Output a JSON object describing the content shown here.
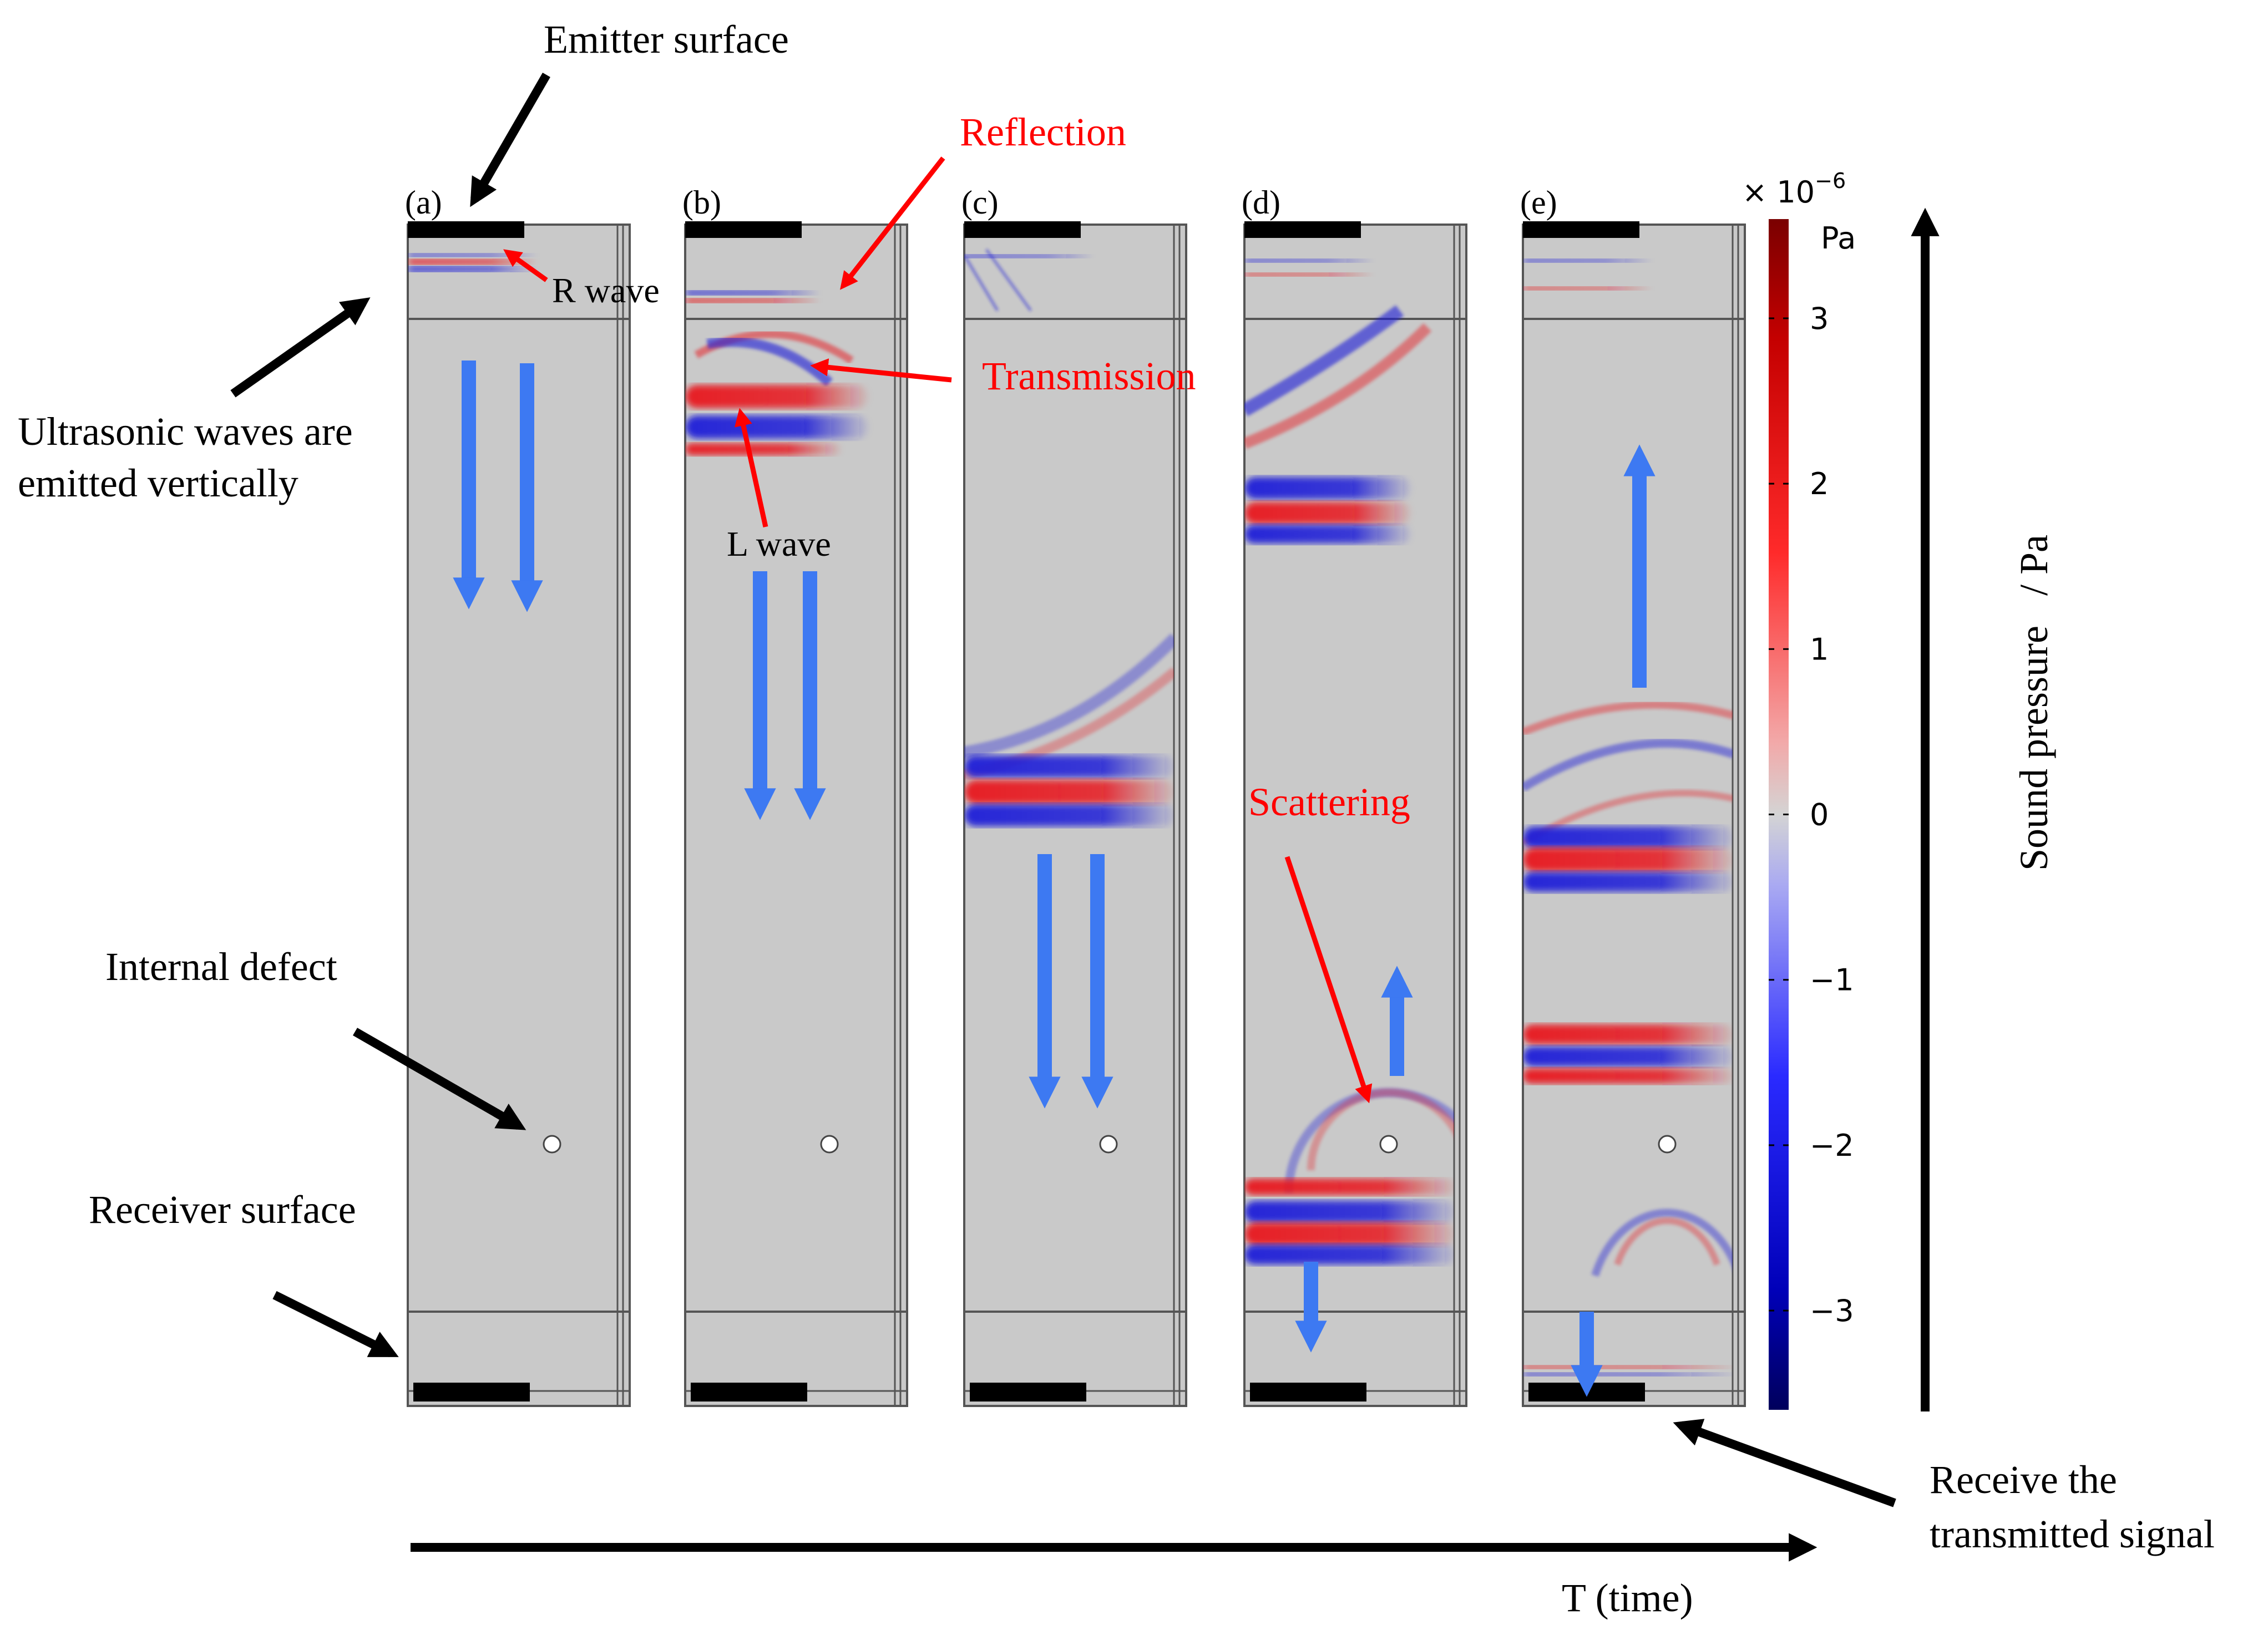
{
  "panels": [
    {
      "label": "(a)"
    },
    {
      "label": "(b)"
    },
    {
      "label": "(c)"
    },
    {
      "label": "(d)"
    },
    {
      "label": "(e)"
    }
  ],
  "annotations": {
    "emitter_surface": "Emitter surface",
    "ultrasonic_line1": "Ultrasonic waves are",
    "ultrasonic_line2": "emitted vertically",
    "internal_defect": "Internal defect",
    "receiver_surface": "Receiver surface",
    "r_wave": "R wave",
    "l_wave": "L wave",
    "reflection": "Reflection",
    "transmission": "Transmission",
    "scattering": "Scattering",
    "receive_line1": "Receive the",
    "receive_line2": "transmitted signal",
    "time_axis": "T (time)",
    "sound_pressure": "Sound pressure   / Pa"
  },
  "colorbar": {
    "multiplier": "× 10",
    "exponent": "−6",
    "unit": "Pa",
    "ticks": [
      "3",
      "2",
      "1",
      "0",
      "−1",
      "−2",
      "−3"
    ],
    "tick_values": [
      3,
      2,
      1,
      0,
      -1,
      -2,
      -3
    ],
    "min": -3.6,
    "max": 3.6,
    "colors": {
      "max": "#7a0000",
      "high": "#ff1a1a",
      "zero": "#cfcfcf",
      "low": "#1a1aff",
      "min": "#00005c"
    }
  },
  "colors": {
    "annotation_red": "#ff0000",
    "flow_arrow_blue": "#3d79f2",
    "domain_gray": "#c9c9c9",
    "pos_wave": "#e8141c",
    "neg_wave": "#1c1cd8"
  }
}
